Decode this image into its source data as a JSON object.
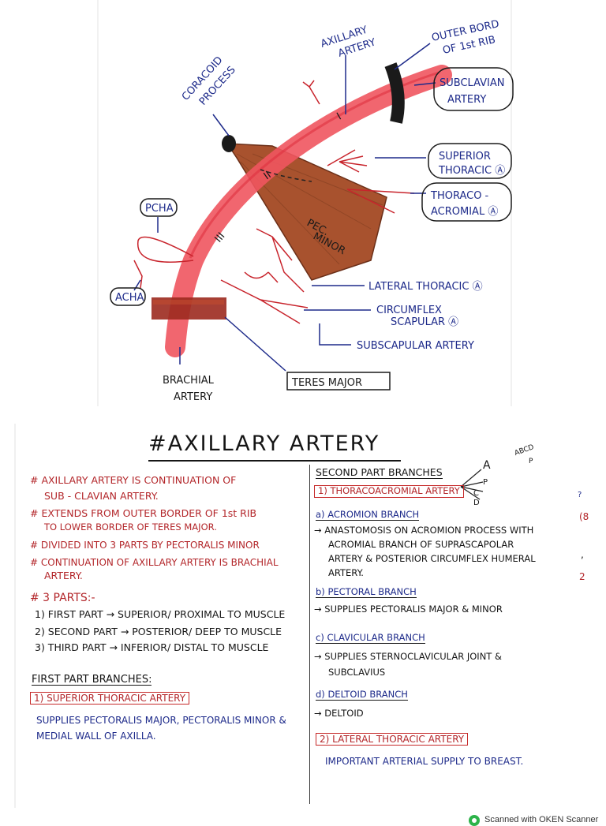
{
  "diagram": {
    "outer_border_line1": "OUTER BORD",
    "outer_border_line2": "OF 1st RIB",
    "axillary_artery_line1": "AXILLARY",
    "axillary_artery_line2": "ARTERY",
    "coracoid_line1": "CORACOID",
    "coracoid_line2": "PROCESS",
    "subclavian_line1": "SUBCLAVIAN",
    "subclavian_line2": "ARTERY",
    "superior_thoracic_line1": "SUPERIOR",
    "superior_thoracic_line2": "THORACIC Ⓐ",
    "thoracoacromial_line1": "THORACO -",
    "thoracoacromial_line2": "ACROMIAL Ⓐ",
    "pcha": "PCHA",
    "acha": "ACHA",
    "pec_minor_line1": "PEC.",
    "pec_minor_line2": "MINOR",
    "part_one": "I",
    "part_two": "II",
    "part_three": "III",
    "lateral_thoracic": "LATERAL THORACIC Ⓐ",
    "circumflex_line1": "CIRCUMFLEX",
    "circumflex_line2": "SCAPULAR Ⓐ",
    "subscapular": "SUBSCAPULAR ARTERY",
    "brachial_line1": "BRACHIAL",
    "brachial_line2": "ARTERY",
    "teres_major": "TERES MAJOR"
  },
  "scanner": {
    "watermark": "Scanned with OKEN Scanner"
  },
  "notes": {
    "title": "#AXILLARY ARTERY",
    "left": {
      "line1": "# AXILLARY ARTERY IS CONTINUATION OF",
      "line2": "SUB - CLAVIAN ARTERY.",
      "line3": "# EXTENDS FROM OUTER BORDER OF 1st RIB",
      "line4": "TO LOWER BORDER OF TERES MAJOR.",
      "line5": "# DIVIDED INTO 3 PARTS BY PECTORALIS MINOR",
      "line6": "# CONTINUATION OF AXILLARY ARTERY IS BRACHIAL",
      "line7": "ARTERY.",
      "parts_heading": "# 3 PARTS:-",
      "part1": "1) FIRST PART → SUPERIOR/ PROXIMAL TO MUSCLE",
      "part2": "2) SECOND PART → POSTERIOR/ DEEP TO MUSCLE",
      "part3": "3) THIRD PART → INFERIOR/ DISTAL TO MUSCLE",
      "first_branches_heading": "FIRST PART BRANCHES:",
      "first_branch1": "1) SUPERIOR THORACIC ARTERY",
      "supplies_line1": "SUPPLIES PECTORALIS MAJOR, PECTORALIS MINOR &",
      "supplies_line2": "MEDIAL WALL OF AXILLA."
    },
    "right": {
      "second_heading": "SECOND PART BRANCHES",
      "abcd": "ABCD",
      "abcd_p": "P",
      "fan_a": "A",
      "fan_p": "P",
      "fan_c": "C",
      "fan_d": "D",
      "branch1": "1) THORACOACROMIAL ARTERY",
      "a_heading": "a) ACROMION BRANCH",
      "a_line1": "→ ANASTOMOSIS ON ACROMION PROCESS WITH",
      "a_line2": "ACROMIAL BRANCH OF SUPRASCAPOLAR",
      "a_line3": "ARTERY & POSTERIOR CIRCUMFLEX HUMERAL",
      "a_line4": "ARTERY.",
      "b_heading": "b) PECTORAL BRANCH",
      "b_line": "→ SUPPLIES PECTORALIS MAJOR & MINOR",
      "c_heading": "c) CLAVICULAR BRANCH",
      "c_line1": "→ SUPPLIES STERNOCLAVICULAR JOINT &",
      "c_line2": "SUBCLAVIUS",
      "d_heading": "d) DELTOID BRANCH",
      "d_line": "→ DELTOID",
      "branch2": "2) LATERAL THORACIC ARTERY",
      "branch2_line": "IMPORTANT ARTERIAL SUPPLY TO BREAST.",
      "edge1": "?",
      "edge2": "(8",
      "edge3": ",",
      "edge4": "2"
    }
  }
}
